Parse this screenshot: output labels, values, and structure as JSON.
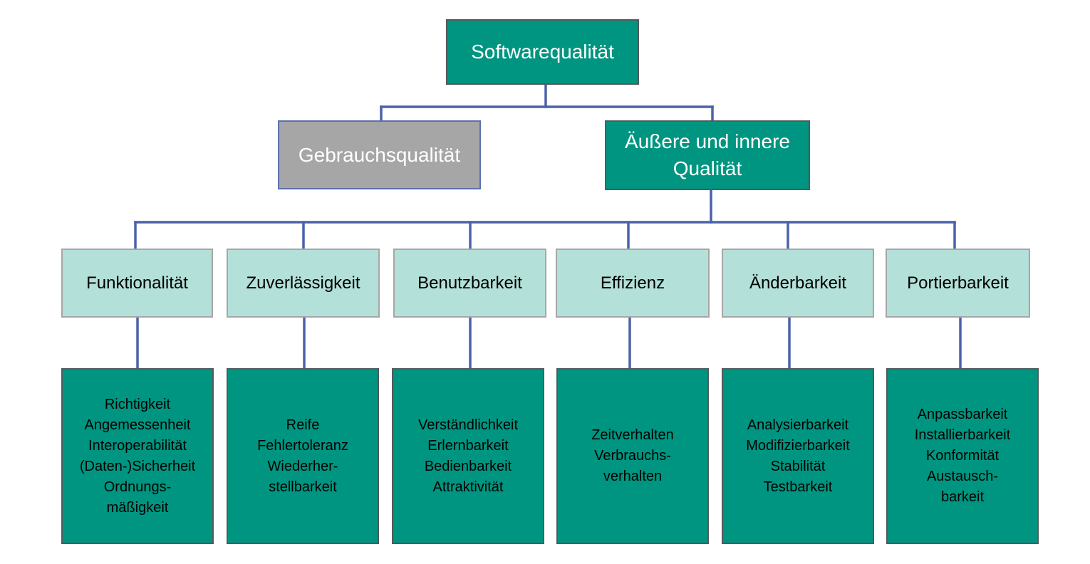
{
  "diagram": {
    "root": {
      "label": "Softwarequalität"
    },
    "level1": [
      {
        "label": "Gebrauchsqualität",
        "color": "#a6a6a6"
      },
      {
        "label": "Äußere und innere Qualität",
        "color": "#009580"
      }
    ],
    "categories": [
      {
        "label": "Funktionalität",
        "items": [
          "Richtigkeit",
          "Angemessenheit",
          "Interoperabilität",
          "(Daten-)Sicherheit",
          "Ordnungs-",
          "mäßigkeit"
        ]
      },
      {
        "label": "Zuverlässigkeit",
        "items": [
          "Reife",
          "Fehlertoleranz",
          "Wiederher-",
          "stellbarkeit"
        ]
      },
      {
        "label": "Benutzbarkeit",
        "items": [
          "Verständlichkeit",
          "Erlernbarkeit",
          "Bedienbarkeit",
          "Attraktivität"
        ]
      },
      {
        "label": "Effizienz",
        "items": [
          "Zeitverhalten",
          "Verbrauchs-",
          "verhalten"
        ]
      },
      {
        "label": "Änderbarkeit",
        "items": [
          "Analysierbarkeit",
          "Modifizierbarkeit",
          "Stabilität",
          "Testbarkeit"
        ]
      },
      {
        "label": "Portierbarkeit",
        "items": [
          "Anpassbarkeit",
          "Installierbarkeit",
          "Konformität",
          "Austausch-",
          "barkeit"
        ]
      }
    ],
    "colors": {
      "teal": "#009580",
      "light_teal": "#b3e0d8",
      "grey": "#a6a6a6",
      "connector": "#4a62aa"
    }
  }
}
